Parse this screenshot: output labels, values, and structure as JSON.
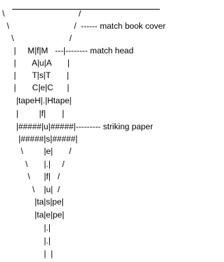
{
  "diagram": {
    "lines": [
      "",
      " \\                                / ",
      "   \\                            /  ------ match book cover",
      "     \\                        /",
      "      |     M|f|M   ---|-------- match head",
      "      |       A|u|A       |",
      "      |       T|s|T       |",
      "      |       C|e|C      |",
      "       |tapeH|.|Htape|",
      "       |         |f|       |",
      "       |#####|u|#####|--------- striking paper",
      "        |#####|s|#####|",
      "         \\         |e|       /",
      "           \\       |.|     /",
      "            \\      |f|   /",
      "              \\    |u|  /",
      "               |ta|s|pe|",
      "               |ta|e|pe|",
      "                   |.|",
      "                   |.|",
      "                   |  |"
    ]
  }
}
